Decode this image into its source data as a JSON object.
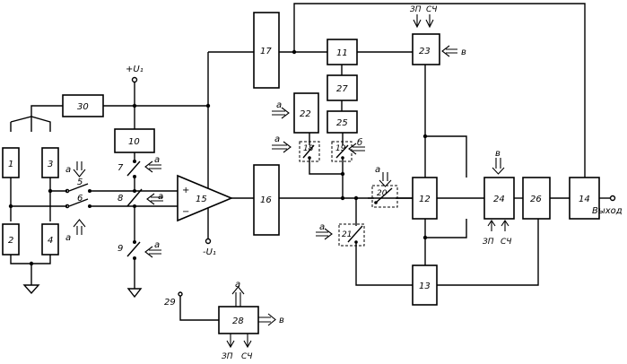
{
  "blocks": {
    "b1": "1",
    "b2": "2",
    "b3": "3",
    "b4": "4",
    "b10": "10",
    "b11": "11",
    "b12": "12",
    "b13": "13",
    "b14": "14",
    "b15": "15",
    "b16": "16",
    "b17": "17",
    "b22": "22",
    "b23": "23",
    "b24": "24",
    "b25": "25",
    "b26": "26",
    "b27": "27",
    "b28": "28",
    "b30": "30"
  },
  "switches": {
    "s5": "5",
    "s6": "6",
    "s7": "7",
    "s8": "8",
    "s9": "9",
    "s18": "18",
    "s19": "19",
    "s20": "20",
    "s21": "21"
  },
  "signals": {
    "a": "а",
    "b": "б",
    "v": "в",
    "zp": "ЗП",
    "sch": "СЧ"
  },
  "supply": {
    "pos": "+U₁",
    "neg": "-U₁"
  },
  "opamp": {
    "plus": "+",
    "minus": "−"
  },
  "labels": {
    "n29": "29",
    "output": "Выход"
  }
}
